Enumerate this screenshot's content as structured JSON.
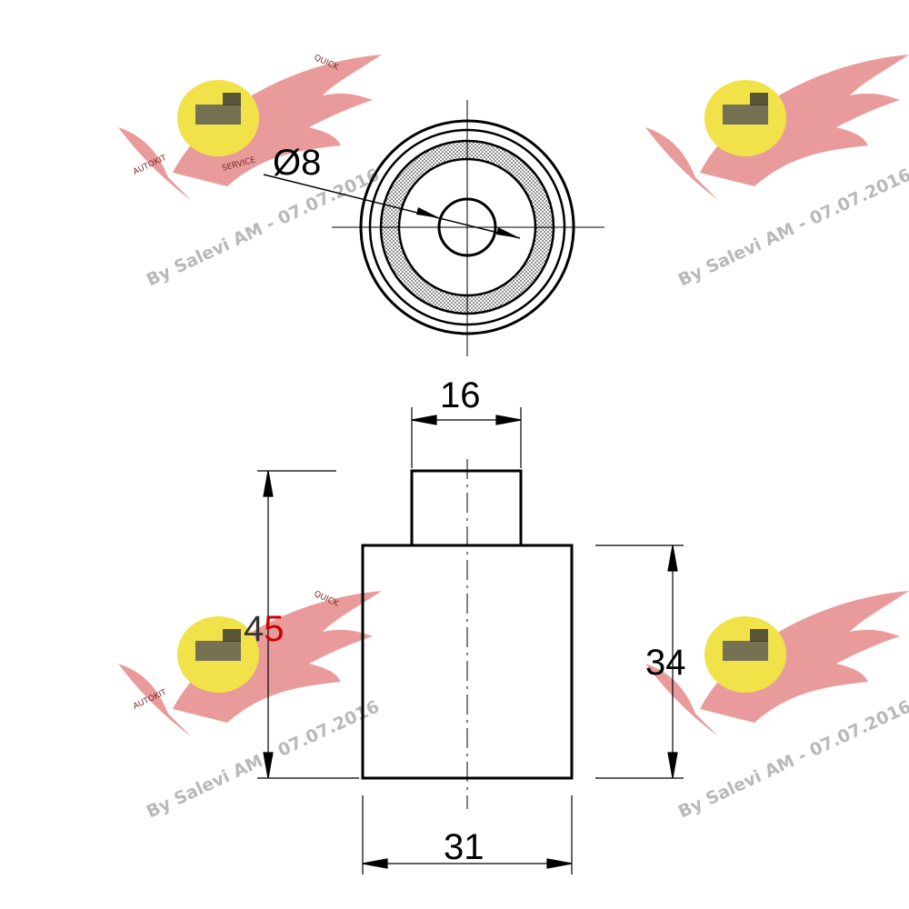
{
  "drawing": {
    "diameter_label": "Ø8",
    "top_width": "16",
    "total_height": "45",
    "body_height": "34",
    "body_width": "31"
  },
  "watermark": {
    "text": "By Salevi AM - 07.07.2016",
    "logo_word_left": "AUTOKIT",
    "logo_word_top": "QUICK",
    "logo_word_bottom": "SERVICE"
  },
  "colors": {
    "line": "#000000",
    "wing": "#e58a8a",
    "badge": "#f2e24a",
    "watermark_text": "#b9b9b9",
    "label_45_first": "#333333",
    "label_45_second": "#cc0000"
  }
}
